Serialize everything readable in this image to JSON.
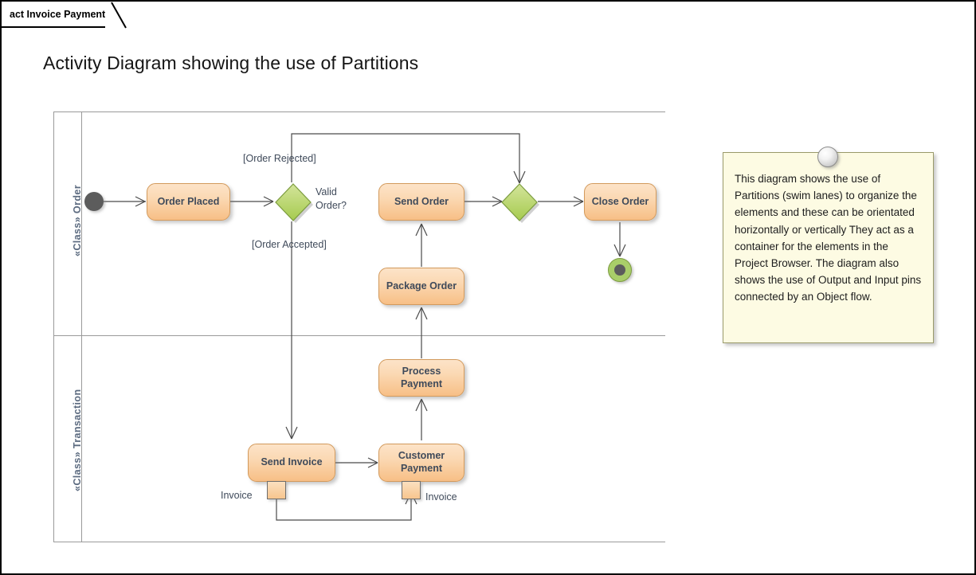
{
  "window": {
    "tab_label": "act Invoice Payment",
    "diagram_title": "Activity Diagram showing the use of Partitions"
  },
  "colors": {
    "action_fill_top": "#FCE3C8",
    "action_fill_bottom": "#F7BF86",
    "action_border": "#D39A5C",
    "action_text": "#3F4A5A",
    "decision_fill_top": "#CBE08C",
    "decision_fill_bottom": "#A8CC52",
    "decision_border": "#7C9C3F",
    "initial_node": "#5C5C5C",
    "final_node_ring": "#A9CE69",
    "lane_border": "#9A9A9A",
    "note_fill": "#FDFBE3",
    "note_border": "#9A9A6A",
    "frame_border": "#000000"
  },
  "partitions": [
    {
      "label": "«Class» Order"
    },
    {
      "label": "«Class» Transaction"
    }
  ],
  "nodes": {
    "initial": {
      "name": "initial-node"
    },
    "order_placed": {
      "label": "Order Placed"
    },
    "valid_order_decision": {
      "label": "Valid\nOrder?",
      "label_line1": "Valid",
      "label_line2": "Order?"
    },
    "send_order": {
      "label": "Send Order"
    },
    "package_order": {
      "label": "Package Order"
    },
    "merge": {
      "label": ""
    },
    "close_order": {
      "label": "Close Order"
    },
    "final": {
      "name": "activity-final-node"
    },
    "process_payment": {
      "label": "Process\nPayment",
      "label_line1": "Process",
      "label_line2": "Payment"
    },
    "send_invoice": {
      "label": "Send Invoice"
    },
    "customer_payment": {
      "label": "Customer\nPayment",
      "label_line1": "Customer",
      "label_line2": "Payment"
    }
  },
  "pins": [
    {
      "label": "Invoice",
      "kind": "output",
      "owner": "Send Invoice"
    },
    {
      "label": "Invoice",
      "kind": "input",
      "owner": "Customer Payment"
    }
  ],
  "flow_labels": {
    "order_rejected": "[Order Rejected]",
    "order_accepted": "[Order Accepted]"
  },
  "note": {
    "text": "This diagram shows the use of Partitions (swim lanes) to organize the elements and these can be orientated horizontally or vertically They act as a container for the elements in the Project Browser. The diagram also shows the use of Output and Input pins connected by an Object flow."
  }
}
